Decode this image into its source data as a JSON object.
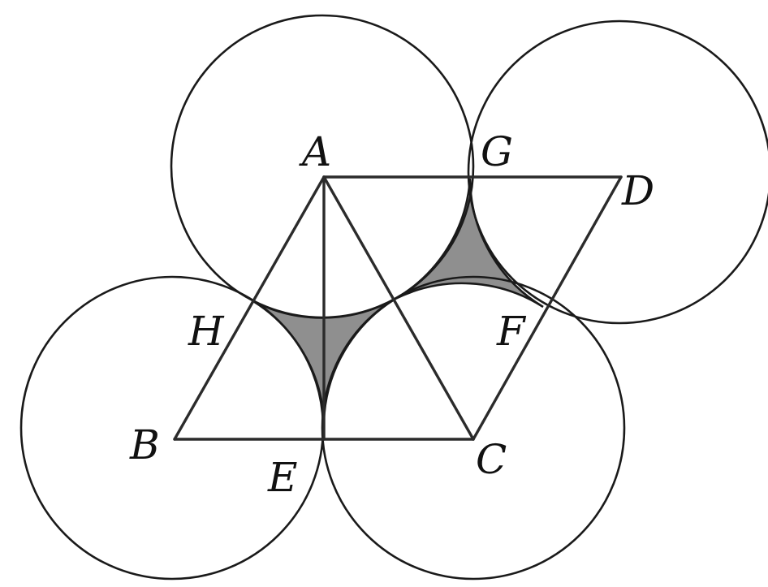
{
  "figure": {
    "points": {
      "A": "A",
      "B": "B",
      "C": "C",
      "D": "D",
      "E": "E",
      "F": "F",
      "G": "G",
      "H": "H"
    },
    "circle_centers": [
      "A",
      "B",
      "C",
      "D"
    ],
    "segments": [
      "AB",
      "BC",
      "CA",
      "AD",
      "DC",
      "AE"
    ],
    "shaded_region_color": "#8f8f8f"
  }
}
